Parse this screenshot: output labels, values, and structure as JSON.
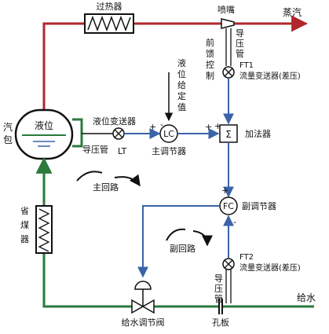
{
  "colors": {
    "steam": "#b0272c",
    "water": "#2a7a3b",
    "signal": "#3a63a8",
    "black": "#111111",
    "arrow_out": "#c23a2a"
  },
  "labels": {
    "superheater": "过热器",
    "nozzle": "喷嘴",
    "steam": "蒸汽",
    "pressure_pipe_top": [
      "导",
      "压",
      "管"
    ],
    "feedforward": [
      "前",
      "馈",
      "控",
      "制"
    ],
    "ft1": "FT1",
    "ft1_desc": "流量变送器(差压)",
    "level_setpoint": [
      "液",
      "位",
      "给",
      "定",
      "值"
    ],
    "drum": [
      "汽",
      "包"
    ],
    "drum_level": "液位",
    "level_transmitter": "液位变送器",
    "lc": "LC",
    "main_controller": "主调节器",
    "adder_symbol": "Σ",
    "adder": "加法器",
    "pressure_pipe_drum": "导压管",
    "lt": "LT",
    "main_loop": "主回路",
    "fc": "FC",
    "sub_controller": "副调节器",
    "economizer": [
      "省",
      "煤",
      "器"
    ],
    "sub_loop": "副回路",
    "ft2": "FT2",
    "ft2_desc": "流量变送器(差压)",
    "pressure_pipe_bottom": [
      "导",
      "压",
      "管"
    ],
    "feedwater": "给水",
    "feed_valve": "给水调节阀",
    "orifice": "孔板",
    "plus": "+",
    "minus": "-"
  }
}
